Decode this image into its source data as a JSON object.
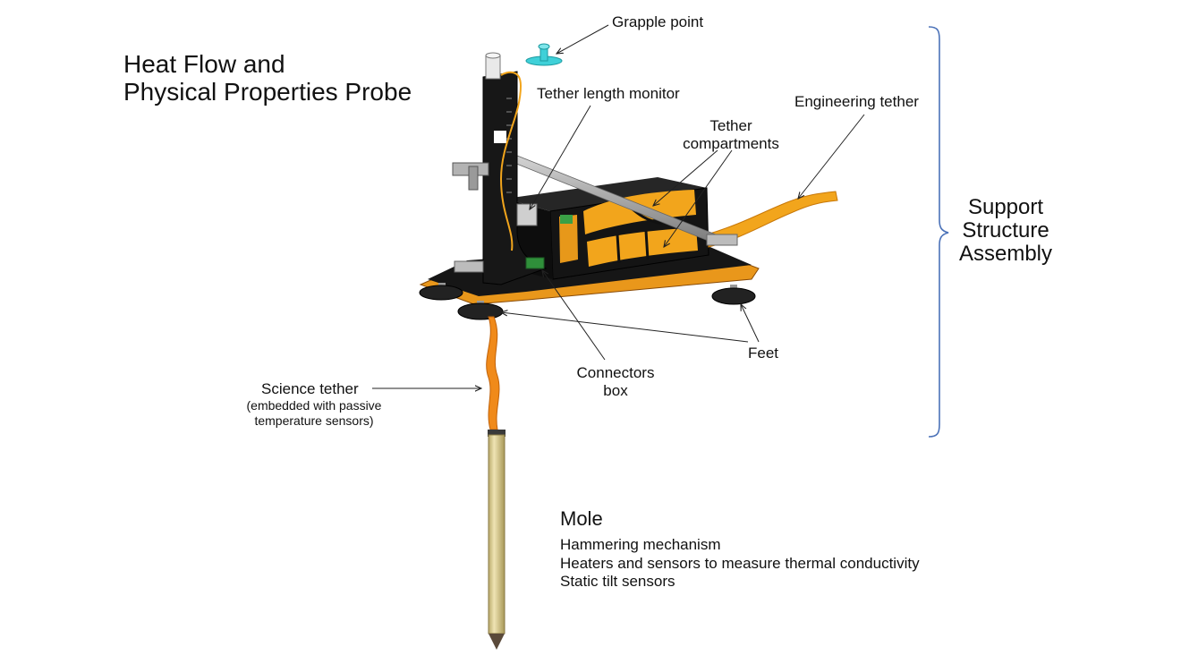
{
  "title_line1": "Heat Flow and",
  "title_line2": "Physical Properties Probe",
  "labels": {
    "grapple_point": "Grapple point",
    "tether_length_monitor": "Tether length monitor",
    "tether_compartments_line1": "Tether",
    "tether_compartments_line2": "compartments",
    "engineering_tether": "Engineering tether",
    "support_structure_line1": "Support",
    "support_structure_line2": "Structure",
    "support_structure_line3": "Assembly",
    "feet": "Feet",
    "connectors_box_line1": "Connectors",
    "connectors_box_line2": "box",
    "science_tether": "Science tether",
    "science_tether_note_line1": "(embedded with passive",
    "science_tether_note_line2": "temperature sensors)"
  },
  "mole": {
    "title": "Mole",
    "items": [
      "Hammering mechanism",
      "Heaters and sensors to measure thermal conductivity",
      "Static tilt sensors"
    ]
  },
  "colors": {
    "structure": "#1a1a1a",
    "tether": "#f2a51c",
    "tether_dark": "#d0780a",
    "mole": "#e6d9a2",
    "grapple": "#3fd0d8",
    "bracket": "#4b72b8",
    "metal": "#a8a8a8"
  }
}
